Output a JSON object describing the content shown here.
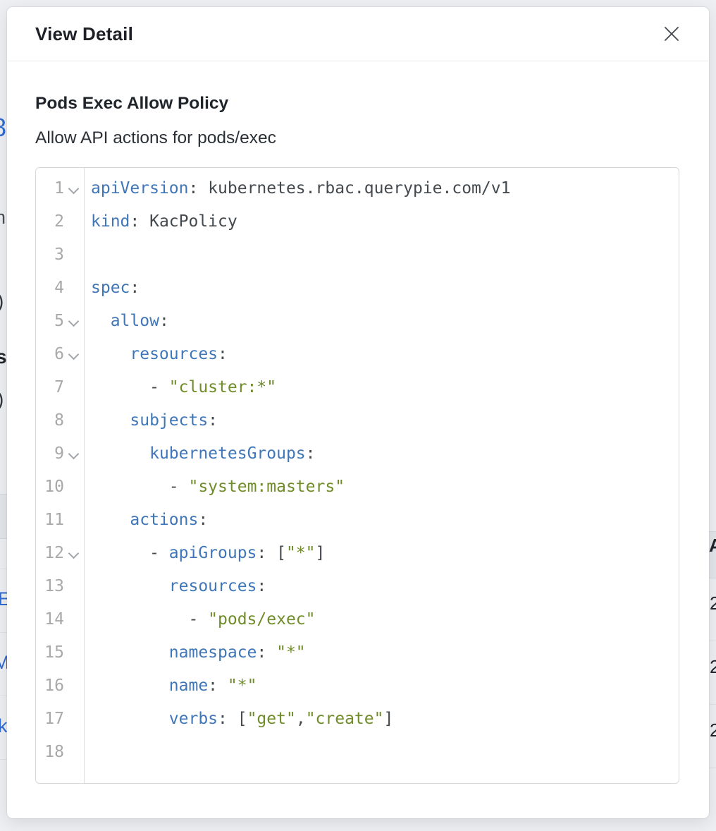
{
  "modal": {
    "title": "View Detail",
    "policy": {
      "name": "Pods Exec Allow Policy",
      "description": "Allow API actions for pods/exec"
    }
  },
  "colors": {
    "syntax_key": "#3f76b8",
    "syntax_string": "#6f8c28",
    "syntax_plain": "#44494e",
    "line_number": "#a9a9a9",
    "link_blue": "#2e6bd3",
    "page_background": "#edeff2"
  },
  "editor": {
    "lines": [
      {
        "num": "1",
        "fold": true,
        "tokens": [
          {
            "t": "key",
            "v": "apiVersion"
          },
          {
            "t": "p",
            "v": ": "
          },
          {
            "t": "p",
            "v": "kubernetes.rbac.querypie.com/v1"
          }
        ]
      },
      {
        "num": "2",
        "fold": false,
        "tokens": [
          {
            "t": "key",
            "v": "kind"
          },
          {
            "t": "p",
            "v": ": "
          },
          {
            "t": "p",
            "v": "KacPolicy"
          }
        ]
      },
      {
        "num": "3",
        "fold": false,
        "tokens": []
      },
      {
        "num": "4",
        "fold": false,
        "tokens": [
          {
            "t": "key",
            "v": "spec"
          },
          {
            "t": "p",
            "v": ":"
          }
        ]
      },
      {
        "num": "5",
        "fold": true,
        "tokens": [
          {
            "t": "p",
            "v": "  "
          },
          {
            "t": "key",
            "v": "allow"
          },
          {
            "t": "p",
            "v": ":"
          }
        ]
      },
      {
        "num": "6",
        "fold": true,
        "tokens": [
          {
            "t": "p",
            "v": "    "
          },
          {
            "t": "key",
            "v": "resources"
          },
          {
            "t": "p",
            "v": ":"
          }
        ]
      },
      {
        "num": "7",
        "fold": false,
        "tokens": [
          {
            "t": "p",
            "v": "      - "
          },
          {
            "t": "str",
            "v": "\"cluster:*\""
          }
        ]
      },
      {
        "num": "8",
        "fold": false,
        "tokens": [
          {
            "t": "p",
            "v": "    "
          },
          {
            "t": "key",
            "v": "subjects"
          },
          {
            "t": "p",
            "v": ":"
          }
        ]
      },
      {
        "num": "9",
        "fold": true,
        "tokens": [
          {
            "t": "p",
            "v": "      "
          },
          {
            "t": "key",
            "v": "kubernetesGroups"
          },
          {
            "t": "p",
            "v": ":"
          }
        ]
      },
      {
        "num": "10",
        "fold": false,
        "tokens": [
          {
            "t": "p",
            "v": "        - "
          },
          {
            "t": "str",
            "v": "\"system:masters\""
          }
        ]
      },
      {
        "num": "11",
        "fold": false,
        "tokens": [
          {
            "t": "p",
            "v": "    "
          },
          {
            "t": "key",
            "v": "actions"
          },
          {
            "t": "p",
            "v": ":"
          }
        ]
      },
      {
        "num": "12",
        "fold": true,
        "tokens": [
          {
            "t": "p",
            "v": "      - "
          },
          {
            "t": "key",
            "v": "apiGroups"
          },
          {
            "t": "p",
            "v": ": ["
          },
          {
            "t": "str",
            "v": "\"*\""
          },
          {
            "t": "p",
            "v": "]"
          }
        ]
      },
      {
        "num": "13",
        "fold": false,
        "tokens": [
          {
            "t": "p",
            "v": "        "
          },
          {
            "t": "key",
            "v": "resources"
          },
          {
            "t": "p",
            "v": ":"
          }
        ]
      },
      {
        "num": "14",
        "fold": false,
        "tokens": [
          {
            "t": "p",
            "v": "          - "
          },
          {
            "t": "str",
            "v": "\"pods/exec\""
          }
        ]
      },
      {
        "num": "15",
        "fold": false,
        "tokens": [
          {
            "t": "p",
            "v": "        "
          },
          {
            "t": "key",
            "v": "namespace"
          },
          {
            "t": "p",
            "v": ": "
          },
          {
            "t": "str",
            "v": "\"*\""
          }
        ]
      },
      {
        "num": "16",
        "fold": false,
        "tokens": [
          {
            "t": "p",
            "v": "        "
          },
          {
            "t": "key",
            "v": "name"
          },
          {
            "t": "p",
            "v": ": "
          },
          {
            "t": "str",
            "v": "\"*\""
          }
        ]
      },
      {
        "num": "17",
        "fold": false,
        "tokens": [
          {
            "t": "p",
            "v": "        "
          },
          {
            "t": "key",
            "v": "verbs"
          },
          {
            "t": "p",
            "v": ": ["
          },
          {
            "t": "str",
            "v": "\"get\""
          },
          {
            "t": "p",
            "v": ","
          },
          {
            "t": "str",
            "v": "\"create\""
          },
          {
            "t": "p",
            "v": "]"
          }
        ]
      },
      {
        "num": "18",
        "fold": false,
        "tokens": []
      }
    ]
  },
  "background": {
    "fragments": [
      {
        "text": "8"
      },
      {
        "text": "n"
      },
      {
        "text": ")"
      },
      {
        "text": "s"
      },
      {
        "text": ")"
      },
      {
        "text": "E"
      },
      {
        "text": "M"
      },
      {
        "text": "k"
      },
      {
        "text": "A"
      },
      {
        "text": "2"
      },
      {
        "text": "2"
      },
      {
        "text": "2"
      }
    ]
  }
}
